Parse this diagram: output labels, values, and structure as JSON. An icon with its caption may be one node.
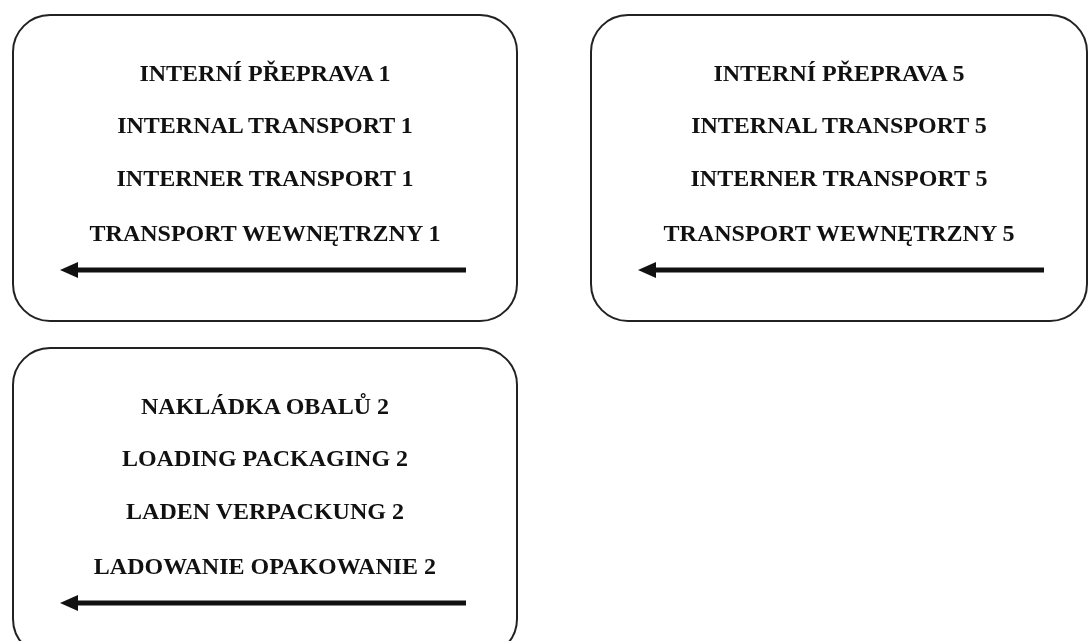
{
  "diagram": {
    "nodes": [
      {
        "text": [
          "INTERNÍ PŘEPRAVA 1",
          "INTERNAL TRANSPORT 1",
          "INTERNER TRANSPORT 1",
          "TRANSPORT WEWNĘTRZNY 1"
        ]
      },
      {
        "text": [
          "INTERNÍ PŘEPRAVA 5",
          "INTERNAL TRANSPORT 5",
          "INTERNER TRANSPORT 5",
          "TRANSPORT WEWNĘTRZNY 5"
        ]
      },
      {
        "text": [
          "NAKLÁDKA OBALŮ 2",
          "LOADING PACKAGING 2",
          "LADEN VERPACKUNG 2",
          "LADOWANIE OPAKOWANIE 2"
        ]
      }
    ],
    "edges": []
  }
}
